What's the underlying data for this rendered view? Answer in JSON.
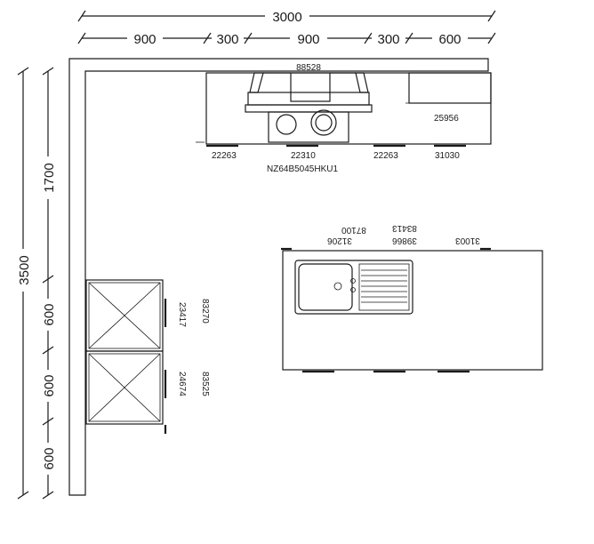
{
  "dimensions": {
    "top_total": "3000",
    "top_segments": [
      "900",
      "300",
      "900",
      "300",
      "600"
    ],
    "left_total": "3500",
    "left_segments": [
      "1700",
      "600",
      "600",
      "600"
    ]
  },
  "labels": {
    "hood_code": "88528",
    "wall_cabinet_code": "25956",
    "base_codes": [
      "22263",
      "22310",
      "22263",
      "31030"
    ],
    "hob_model": "NZ64B5045HKU1",
    "island_codes_upper": [
      "31206",
      "87100",
      "83413",
      "39866",
      "31003"
    ],
    "tall_upper_code": "23417",
    "tall_upper_side_code": "83270",
    "tall_lower_code": "24674",
    "tall_lower_side_code": "83525"
  }
}
